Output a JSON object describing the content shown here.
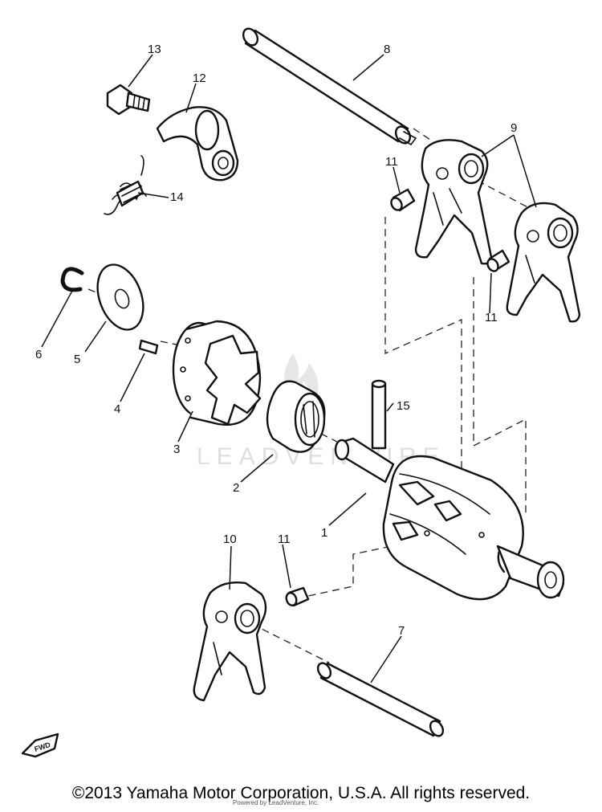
{
  "diagram": {
    "watermark": "LEADVENTURE",
    "callouts": {
      "c1": "1",
      "c2": "2",
      "c3": "3",
      "c4": "4",
      "c5": "5",
      "c6": "6",
      "c7": "7",
      "c8": "8",
      "c9": "9",
      "c10": "10",
      "c11a": "11",
      "c11b": "11",
      "c11c": "11",
      "c12": "12",
      "c13": "13",
      "c14": "14",
      "c15": "15"
    },
    "fwd_label": "FWD"
  },
  "footer": {
    "copyright": "©2013 Yamaha Motor Corporation, U.S.A. All rights reserved.",
    "credit": "Powered by LeadVenture, Inc."
  }
}
